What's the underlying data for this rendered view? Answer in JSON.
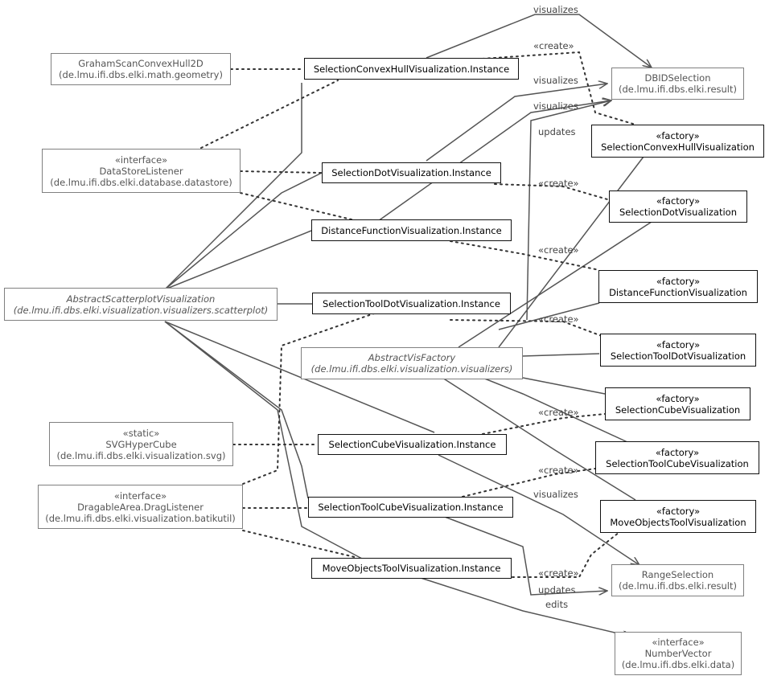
{
  "nodes": {
    "graham": {
      "lines": [
        "GrahamScanConvexHull2D",
        "(de.lmu.ifi.dbs.elki.math.geometry)"
      ]
    },
    "dslistener": {
      "lines": [
        "«interface»",
        "DataStoreListener",
        "(de.lmu.ifi.dbs.elki.database.datastore)"
      ]
    },
    "abs_scatter": {
      "lines": [
        "AbstractScatterplotVisualization",
        "(de.lmu.ifi.dbs.elki.visualization.visualizers.scatterplot)"
      ]
    },
    "svghypercube": {
      "lines": [
        "«static»",
        "SVGHyperCube",
        "(de.lmu.ifi.dbs.elki.visualization.svg)"
      ]
    },
    "draglistener": {
      "lines": [
        "«interface»",
        "DragableArea.DragListener",
        "(de.lmu.ifi.dbs.elki.visualization.batikutil)"
      ]
    },
    "hull_inst": {
      "lines": [
        "SelectionConvexHullVisualization.Instance"
      ]
    },
    "dot_inst": {
      "lines": [
        "SelectionDotVisualization.Instance"
      ]
    },
    "dist_inst": {
      "lines": [
        "DistanceFunctionVisualization.Instance"
      ]
    },
    "tooldot_inst": {
      "lines": [
        "SelectionToolDotVisualization.Instance"
      ]
    },
    "abs_visfactory": {
      "lines": [
        "AbstractVisFactory",
        "(de.lmu.ifi.dbs.elki.visualization.visualizers)"
      ]
    },
    "cube_inst": {
      "lines": [
        "SelectionCubeVisualization.Instance"
      ]
    },
    "toolcube_inst": {
      "lines": [
        "SelectionToolCubeVisualization.Instance"
      ]
    },
    "move_inst": {
      "lines": [
        "MoveObjectsToolVisualization.Instance"
      ]
    },
    "dbidselection": {
      "lines": [
        "DBIDSelection",
        "(de.lmu.ifi.dbs.elki.result)"
      ]
    },
    "hull_fac": {
      "lines": [
        "«factory»",
        "SelectionConvexHullVisualization"
      ]
    },
    "dot_fac": {
      "lines": [
        "«factory»",
        "SelectionDotVisualization"
      ]
    },
    "dist_fac": {
      "lines": [
        "«factory»",
        "DistanceFunctionVisualization"
      ]
    },
    "tooldot_fac": {
      "lines": [
        "«factory»",
        "SelectionToolDotVisualization"
      ]
    },
    "cube_fac": {
      "lines": [
        "«factory»",
        "SelectionCubeVisualization"
      ]
    },
    "toolcube_fac": {
      "lines": [
        "«factory»",
        "SelectionToolCubeVisualization"
      ]
    },
    "move_fac": {
      "lines": [
        "«factory»",
        "MoveObjectsToolVisualization"
      ]
    },
    "rangeselection": {
      "lines": [
        "RangeSelection",
        "(de.lmu.ifi.dbs.elki.result)"
      ]
    },
    "numbervector": {
      "lines": [
        "«interface»",
        "NumberVector",
        "(de.lmu.ifi.dbs.elki.data)"
      ]
    }
  },
  "edge_labels": {
    "visualizes_top": "visualizes",
    "create_hull": "«create»",
    "visualizes_dot": "visualizes",
    "visualizes_dist": "visualizes",
    "updates_tooldot": "updates",
    "create_dot": "«create»",
    "create_dist": "«create»",
    "create_tooldot": "«create»",
    "create_cube": "«create»",
    "create_toolcube": "«create»",
    "visualizes_cube": "visualizes",
    "create_move": "«create»",
    "updates_toolcube": "updates",
    "edits_move": "edits"
  },
  "colors": {
    "edge": "#555555",
    "main_border": "#111111",
    "ext_border": "#808080",
    "ext_text": "#555555"
  }
}
